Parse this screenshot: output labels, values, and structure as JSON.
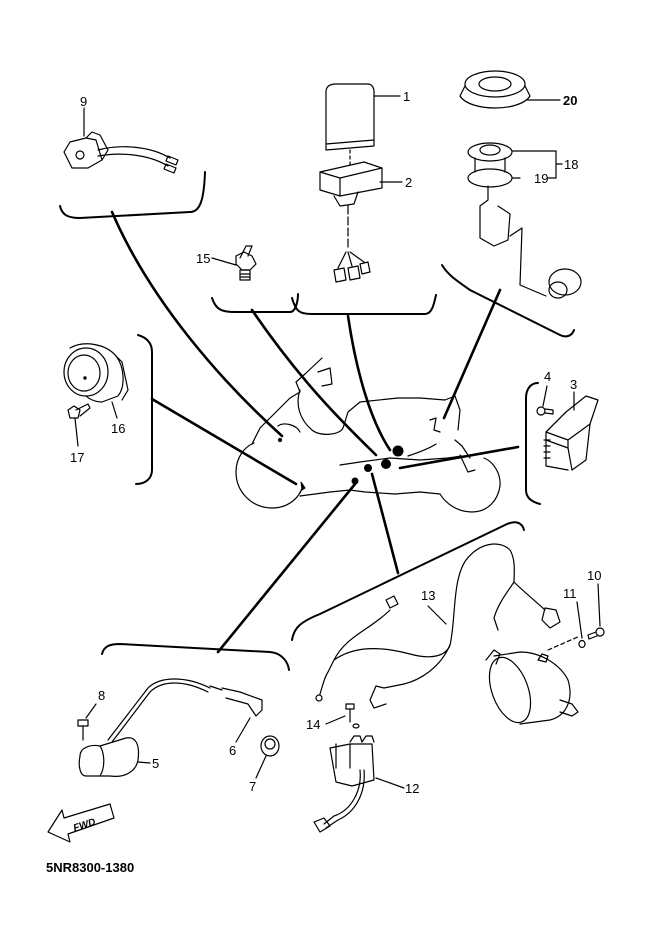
{
  "diagram": {
    "title_code": "5NR8300-1380",
    "direction_indicator": "FWD",
    "colors": {
      "ink": "#000000",
      "background": "#ffffff"
    },
    "callouts": [
      {
        "id": "1",
        "label": "1",
        "part": "relay"
      },
      {
        "id": "2",
        "label": "2",
        "part": "relay-holder"
      },
      {
        "id": "3",
        "label": "3",
        "part": "rectifier-regulator"
      },
      {
        "id": "4",
        "label": "4",
        "part": "bolt"
      },
      {
        "id": "5",
        "label": "5",
        "part": "ignition-coil"
      },
      {
        "id": "6",
        "label": "6",
        "part": "spark-plug-cap"
      },
      {
        "id": "7",
        "label": "7",
        "part": "spark-plug"
      },
      {
        "id": "8",
        "label": "8",
        "part": "bolt"
      },
      {
        "id": "9",
        "label": "9",
        "part": "switch"
      },
      {
        "id": "10",
        "label": "10",
        "part": "bolt"
      },
      {
        "id": "11",
        "label": "11",
        "part": "washer"
      },
      {
        "id": "12",
        "label": "12",
        "part": "starter-relay"
      },
      {
        "id": "13",
        "label": "13",
        "part": "wire-harness"
      },
      {
        "id": "14",
        "label": "14",
        "part": "bolt"
      },
      {
        "id": "15",
        "label": "15",
        "part": "sensor"
      },
      {
        "id": "16",
        "label": "16",
        "part": "horn"
      },
      {
        "id": "17",
        "label": "17",
        "part": "bolt"
      },
      {
        "id": "18",
        "label": "18",
        "part": "fuel-sender-assembly"
      },
      {
        "id": "19",
        "label": "19",
        "part": "gasket"
      },
      {
        "id": "20",
        "label": "20",
        "part": "ring-nut"
      }
    ]
  }
}
